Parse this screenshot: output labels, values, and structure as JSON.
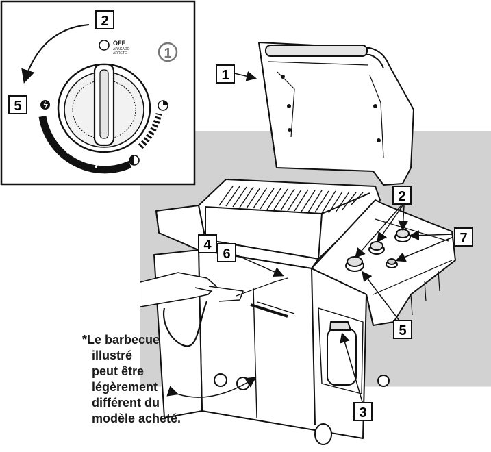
{
  "inset": {
    "off_label": "OFF",
    "off_sub1": "APAGADO",
    "off_sub2": "ARRÊTÉ",
    "step_circle": "1",
    "callout_top": "2",
    "callout_left": "5"
  },
  "callouts": {
    "lid": "1",
    "knobs": "2",
    "tank": "3",
    "igniter_a": "4",
    "igniter_b": "6",
    "ignition": "5",
    "burner_knobs": "7"
  },
  "note": {
    "lines": [
      "*Le barbecue",
      "illustré",
      "peut être",
      "légèrement",
      "différent du",
      "modèle acheté."
    ]
  }
}
